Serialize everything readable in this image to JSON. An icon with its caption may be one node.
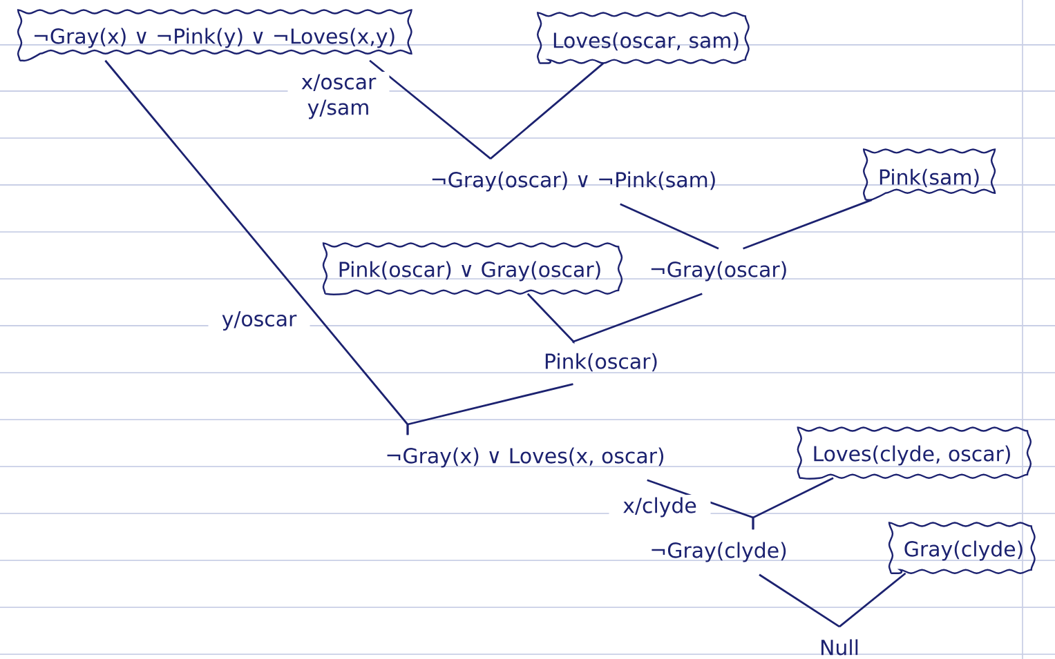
{
  "diagram": {
    "nodes": [
      {
        "text": [
          "¬Gray(x) ∨ ¬Pink(y) ∨ ¬Loves(x,y)"
        ]
      },
      {
        "text": [
          "Loves(oscar, sam)"
        ]
      },
      {
        "text": [
          "¬Gray(oscar) ∨ ¬Pink(sam)"
        ]
      },
      {
        "text": [
          "Pink(sam)"
        ]
      },
      {
        "text": [
          "Pink(oscar) ∨ Gray(oscar)"
        ]
      },
      {
        "text": [
          "¬Gray(oscar)"
        ]
      },
      {
        "text": [
          "Pink(oscar)"
        ]
      },
      {
        "text": [
          "¬Gray(x) ∨ Loves(x, oscar)"
        ]
      },
      {
        "text": [
          "Loves(clyde, oscar)"
        ]
      },
      {
        "text": [
          "¬Gray(clyde)"
        ]
      },
      {
        "text": [
          "Gray(clyde)"
        ]
      },
      {
        "text": [
          "Null"
        ]
      }
    ],
    "edges": [
      {
        "from": 0,
        "to": 2,
        "arrow": "none",
        "label": "x/oscar y/sam"
      },
      {
        "from": 1,
        "to": 2,
        "arrow": "none"
      },
      {
        "from": 2,
        "to": 5,
        "arrow": "none"
      },
      {
        "from": 3,
        "to": 5,
        "arrow": "none"
      },
      {
        "from": 4,
        "to": 6,
        "arrow": "none"
      },
      {
        "from": 5,
        "to": 6,
        "arrow": "none"
      },
      {
        "from": 0,
        "to": 7,
        "arrow": "none",
        "label": "y/oscar"
      },
      {
        "from": 6,
        "to": 7,
        "arrow": "none"
      },
      {
        "from": 7,
        "to": 9,
        "arrow": "none",
        "label": "x/clyde"
      },
      {
        "from": 8,
        "to": 9,
        "arrow": "none"
      },
      {
        "from": 9,
        "to": 11,
        "arrow": "none"
      },
      {
        "from": 10,
        "to": 11,
        "arrow": "none"
      }
    ]
  }
}
